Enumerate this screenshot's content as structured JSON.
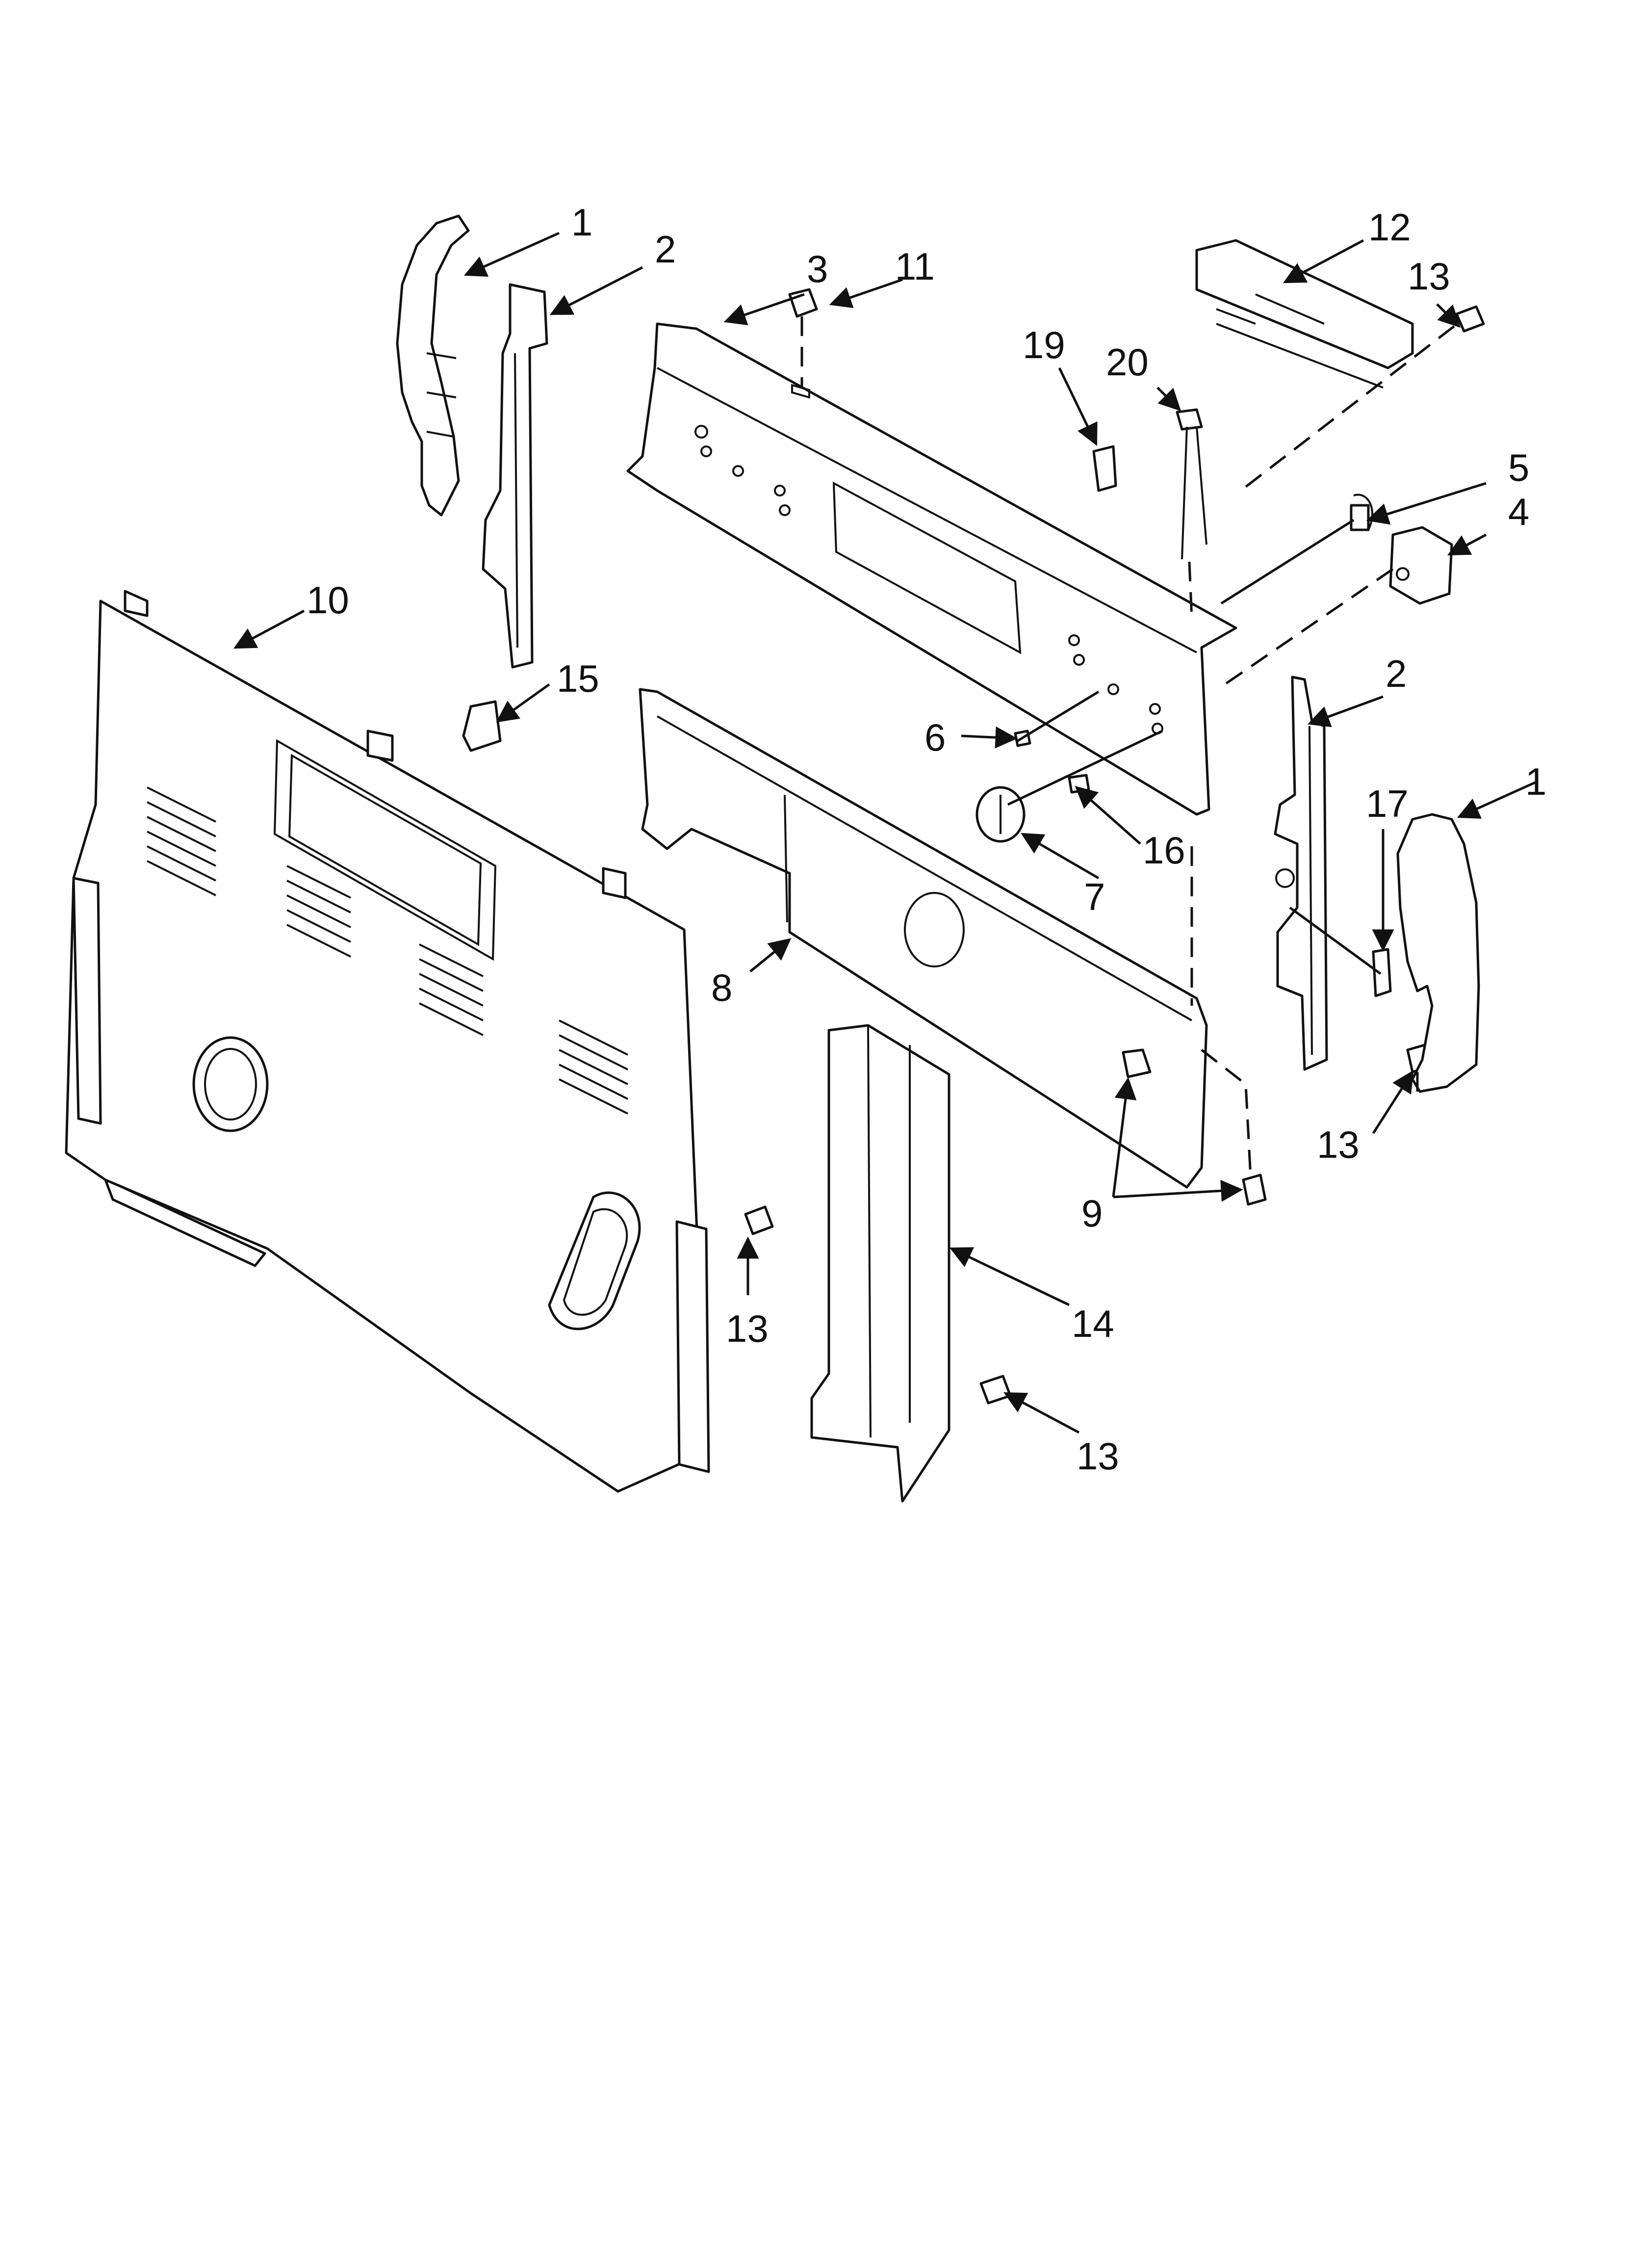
{
  "diagram": {
    "callouts": [
      {
        "id": "c1a",
        "label": "1"
      },
      {
        "id": "c2a",
        "label": "2"
      },
      {
        "id": "c3",
        "label": "3"
      },
      {
        "id": "c11",
        "label": "11"
      },
      {
        "id": "c12",
        "label": "12"
      },
      {
        "id": "c13a",
        "label": "13"
      },
      {
        "id": "c19",
        "label": "19"
      },
      {
        "id": "c20",
        "label": "20"
      },
      {
        "id": "c5",
        "label": "5"
      },
      {
        "id": "c4",
        "label": "4"
      },
      {
        "id": "c10",
        "label": "10"
      },
      {
        "id": "c15",
        "label": "15"
      },
      {
        "id": "c2b",
        "label": "2"
      },
      {
        "id": "c1b",
        "label": "1"
      },
      {
        "id": "c6",
        "label": "6"
      },
      {
        "id": "c16",
        "label": "16"
      },
      {
        "id": "c17",
        "label": "17"
      },
      {
        "id": "c7",
        "label": "7"
      },
      {
        "id": "c8",
        "label": "8"
      },
      {
        "id": "c9",
        "label": "9"
      },
      {
        "id": "c13b",
        "label": "13"
      },
      {
        "id": "c13c",
        "label": "13"
      },
      {
        "id": "c14",
        "label": "14"
      },
      {
        "id": "c13d",
        "label": "13"
      }
    ]
  }
}
